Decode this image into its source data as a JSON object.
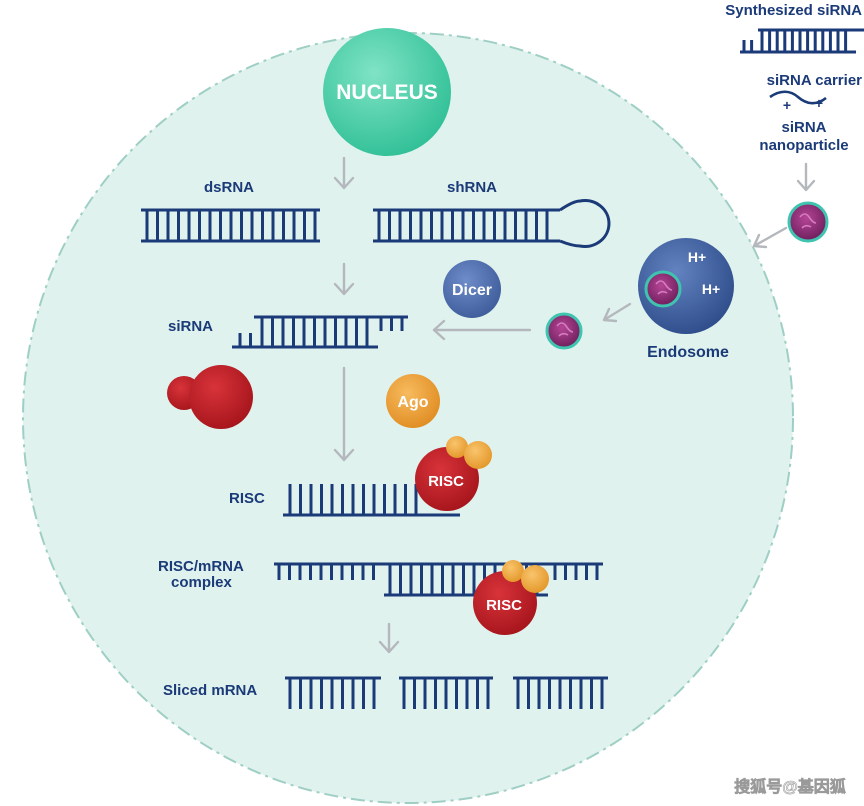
{
  "labels": {
    "nucleus": "NUCLEUS",
    "dsrna": "dsRNA",
    "shrna": "shRNA",
    "dicer": "Dicer",
    "sirna": "siRNA",
    "ago": "Ago",
    "risc_label": "RISC",
    "risc_protein": "RISC",
    "risc_mrna_line1": "RISC/mRNA",
    "risc_mrna_line2": "complex",
    "risc_protein2": "RISC",
    "sliced_mrna": "Sliced mRNA",
    "synthesized_sirna": "Synthesized siRNA",
    "sirna_carrier": "siRNA carrier",
    "nanoparticle_line1": "siRNA",
    "nanoparticle_line2": "nanoparticle",
    "h_plus_1": "H+",
    "h_plus_2": "H+",
    "endosome": "Endosome",
    "carrier_plus_1": "+",
    "carrier_plus_2": "+",
    "watermark": "搜狐号@基因狐"
  },
  "colors": {
    "cell_fill": "#dff2ee",
    "cell_border": "#9fcfc4",
    "strand": "#1b3a78",
    "nucleus": "#49cfa8",
    "dicer": "#4a6aad",
    "ago": "#f0a13a",
    "risc": "#c01c24",
    "endosome": "#3d5c9c",
    "nanoparticle": "#8a2a73",
    "nanoparticle_ring": "#3fc4b0",
    "arrow": "#b4b8bc"
  }
}
